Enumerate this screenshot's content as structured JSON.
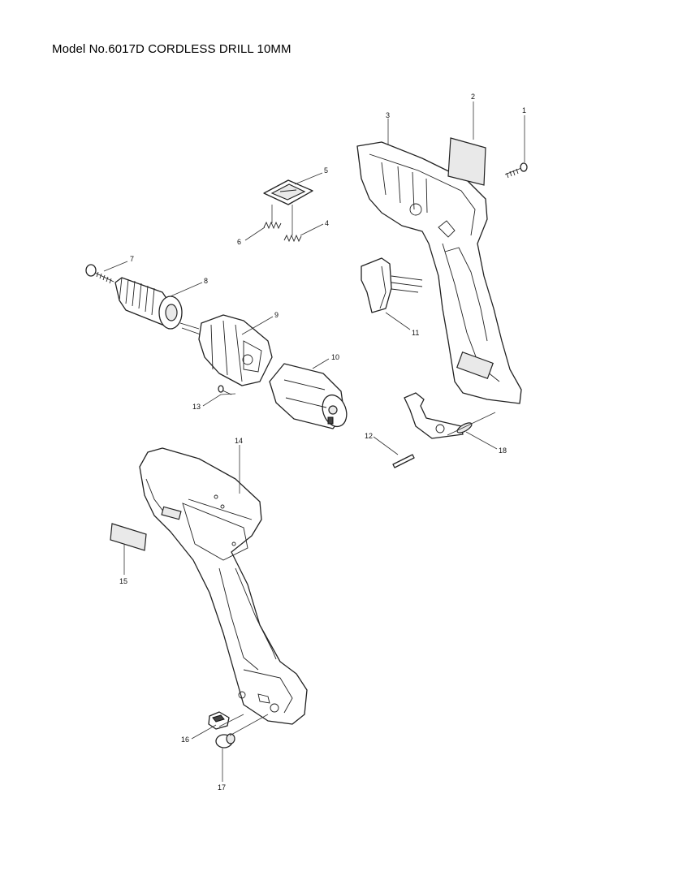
{
  "title": "Model No.6017D CORDLESS DRILL 10MM",
  "part_labels": [
    "1",
    "2",
    "3",
    "4",
    "5",
    "6",
    "7",
    "8",
    "9",
    "10",
    "11",
    "12",
    "13",
    "14",
    "15",
    "16",
    "17",
    "18"
  ]
}
